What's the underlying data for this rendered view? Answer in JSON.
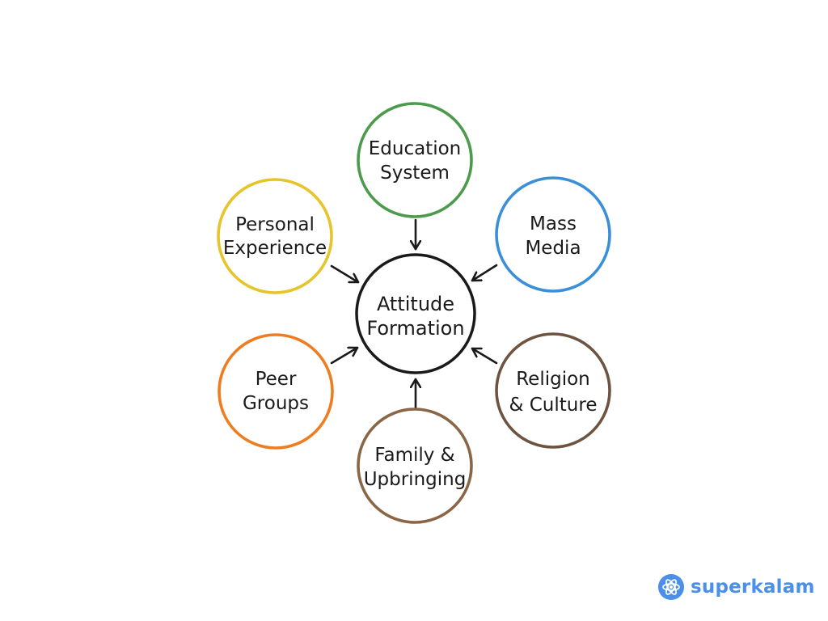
{
  "diagram": {
    "center": {
      "lines": [
        "Attitude",
        "Formation"
      ]
    },
    "nodes": [
      {
        "id": "education-system",
        "lines": [
          "Education",
          "System"
        ],
        "color": "#4c9a4c"
      },
      {
        "id": "mass-media",
        "lines": [
          "Mass",
          "Media"
        ],
        "color": "#3a8fd8"
      },
      {
        "id": "religion-culture",
        "lines": [
          "Religion",
          "& Culture"
        ],
        "color": "#6e5440"
      },
      {
        "id": "family-upbringing",
        "lines": [
          "Family &",
          "Upbringing"
        ],
        "color": "#8a6647"
      },
      {
        "id": "peer-groups",
        "lines": [
          "Peer",
          "Groups"
        ],
        "color": "#ee7d22"
      },
      {
        "id": "personal-experience",
        "lines": [
          "Personal",
          "Experience"
        ],
        "color": "#e6c42a"
      }
    ],
    "center_color": "#1a1a1a"
  },
  "brand": {
    "name": "superkalam",
    "color": "#4a8fe8"
  }
}
